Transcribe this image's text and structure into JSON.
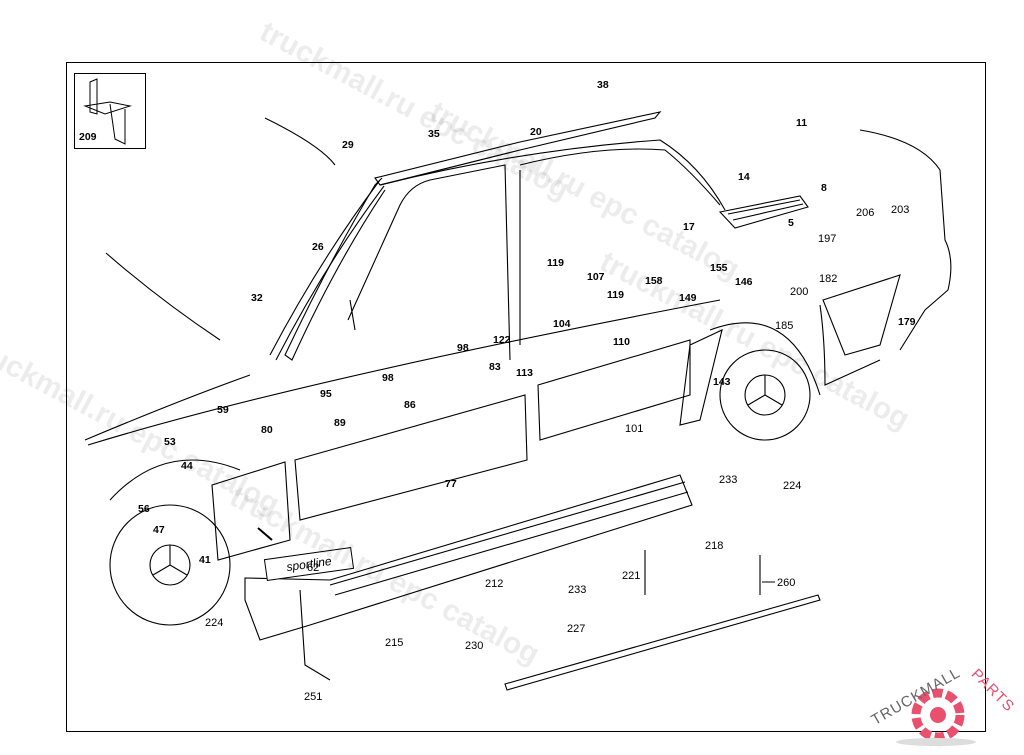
{
  "diagram": {
    "type": "exploded parts diagram",
    "subject": "vehicle side body moldings and trim clips",
    "inset_label": "209",
    "badge_text": "sportline",
    "callouts": [
      {
        "id": "c5",
        "text": "5"
      },
      {
        "id": "c8",
        "text": "8"
      },
      {
        "id": "c11",
        "text": "11"
      },
      {
        "id": "c14",
        "text": "14"
      },
      {
        "id": "c17",
        "text": "17"
      },
      {
        "id": "c20",
        "text": "20"
      },
      {
        "id": "c26",
        "text": "26"
      },
      {
        "id": "c29",
        "text": "29"
      },
      {
        "id": "c32",
        "text": "32"
      },
      {
        "id": "c35",
        "text": "35"
      },
      {
        "id": "c38",
        "text": "38"
      },
      {
        "id": "c41",
        "text": "41"
      },
      {
        "id": "c44",
        "text": "44"
      },
      {
        "id": "c47",
        "text": "47"
      },
      {
        "id": "c53",
        "text": "53"
      },
      {
        "id": "c56",
        "text": "56"
      },
      {
        "id": "c59",
        "text": "59"
      },
      {
        "id": "c62",
        "text": "62"
      },
      {
        "id": "c77",
        "text": "77"
      },
      {
        "id": "c80",
        "text": "80"
      },
      {
        "id": "c83",
        "text": "83"
      },
      {
        "id": "c86",
        "text": "86"
      },
      {
        "id": "c89",
        "text": "89"
      },
      {
        "id": "c95",
        "text": "95"
      },
      {
        "id": "c98a",
        "text": "98"
      },
      {
        "id": "c98b",
        "text": "98"
      },
      {
        "id": "c101",
        "text": "101"
      },
      {
        "id": "c104",
        "text": "104"
      },
      {
        "id": "c107",
        "text": "107"
      },
      {
        "id": "c110",
        "text": "110"
      },
      {
        "id": "c113",
        "text": "113"
      },
      {
        "id": "c119a",
        "text": "119"
      },
      {
        "id": "c119b",
        "text": "119"
      },
      {
        "id": "c122",
        "text": "122"
      },
      {
        "id": "c143",
        "text": "143"
      },
      {
        "id": "c146",
        "text": "146"
      },
      {
        "id": "c149",
        "text": "149"
      },
      {
        "id": "c155",
        "text": "155"
      },
      {
        "id": "c158",
        "text": "158"
      },
      {
        "id": "c179",
        "text": "179"
      },
      {
        "id": "c182",
        "text": "182"
      },
      {
        "id": "c185",
        "text": "185"
      },
      {
        "id": "c197",
        "text": "197"
      },
      {
        "id": "c200",
        "text": "200"
      },
      {
        "id": "c203",
        "text": "203"
      },
      {
        "id": "c206",
        "text": "206"
      },
      {
        "id": "c212",
        "text": "212"
      },
      {
        "id": "c215",
        "text": "215"
      },
      {
        "id": "c218",
        "text": "218"
      },
      {
        "id": "c221",
        "text": "221"
      },
      {
        "id": "c224a",
        "text": "224"
      },
      {
        "id": "c224b",
        "text": "224"
      },
      {
        "id": "c227",
        "text": "227"
      },
      {
        "id": "c230",
        "text": "230"
      },
      {
        "id": "c233a",
        "text": "233"
      },
      {
        "id": "c233b",
        "text": "233"
      },
      {
        "id": "c251",
        "text": "251"
      },
      {
        "id": "c260",
        "text": "260"
      }
    ]
  },
  "watermarks": [
    "truckmall.ru epc catalog",
    "truckmall.ru epc catalog",
    "truckmall.ru epc catalog",
    "truckmall.ru epc catalog",
    "truckmall.ru epc catalog"
  ],
  "logo": {
    "text_dark": "TRUCKMALL",
    "text_accent": "PARTS",
    "accent_color": "#e8506e"
  }
}
